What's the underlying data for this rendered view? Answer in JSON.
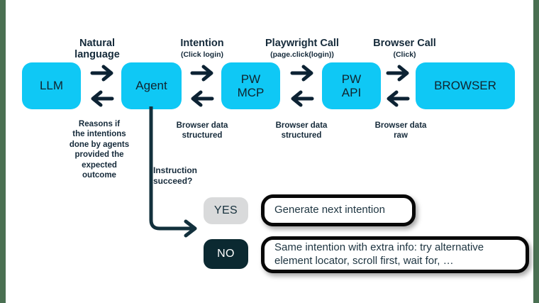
{
  "theme": {
    "node_fill": "#0fc8f5",
    "ink": "#152a3a",
    "badge_yes_bg": "#d9dadb",
    "badge_no_bg": "#0b2931",
    "card_border": "#080808",
    "canvas_bg": "#ffffff",
    "outer_bg": "#4a7052"
  },
  "flow": {
    "nodes": [
      {
        "id": "llm",
        "label": "LLM"
      },
      {
        "id": "agent",
        "label": "Agent"
      },
      {
        "id": "pw-mcp",
        "label": "PW\nMCP"
      },
      {
        "id": "pw-api",
        "label": "PW\nAPI"
      },
      {
        "id": "browser",
        "label": "BROWSER"
      }
    ],
    "forward_labels": [
      {
        "id": "natural-language",
        "title": "Natural\nlanguage",
        "sub": ""
      },
      {
        "id": "intention",
        "title": "Intention",
        "sub": "(Click login)"
      },
      {
        "id": "playwright-call",
        "title": "Playwright Call",
        "sub": "(page.click(login))"
      },
      {
        "id": "browser-call",
        "title": "Browser Call",
        "sub": "(Click)"
      }
    ],
    "return_labels": [
      {
        "id": "reasons",
        "text": "Reasons if\nthe intentions\ndone by agents\nprovided the\nexpected\noutcome"
      },
      {
        "id": "browser-data-structured-1",
        "text": "Browser data\nstructured"
      },
      {
        "id": "browser-data-structured-2",
        "text": "Browser data\nstructured"
      },
      {
        "id": "browser-data-raw",
        "text": "Browser data\nraw"
      }
    ]
  },
  "decision": {
    "question": "Instruction\nsucceed?",
    "branches": [
      {
        "id": "yes",
        "badge": "YES",
        "card": "Generate next intention"
      },
      {
        "id": "no",
        "badge": "NO",
        "card": "Same intention with extra info: try alternative\nelement locator, scroll first, wait for, …"
      }
    ]
  }
}
